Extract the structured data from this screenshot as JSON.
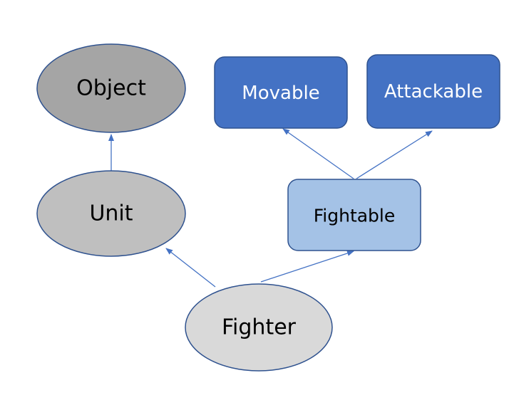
{
  "nodes": {
    "object": {
      "label": "Object",
      "fill": "#A5A5A5",
      "text_color": "#000000"
    },
    "unit": {
      "label": "Unit",
      "fill": "#BFBFBF",
      "text_color": "#000000"
    },
    "fighter": {
      "label": "Fighter",
      "fill": "#D9D9D9",
      "text_color": "#000000"
    },
    "movable": {
      "label": "Movable",
      "fill": "#4472C4",
      "text_color": "#ffffff"
    },
    "attackable": {
      "label": "Attackable",
      "fill": "#4472C4",
      "text_color": "#ffffff"
    },
    "fightable": {
      "label": "Fightable",
      "fill": "#A4C2E6",
      "text_color": "#000000"
    }
  },
  "colors": {
    "stroke": "#2F528F",
    "connector": "#4472C4"
  },
  "edges": [
    {
      "from": "unit",
      "to": "object"
    },
    {
      "from": "fighter",
      "to": "unit"
    },
    {
      "from": "fighter",
      "to": "fightable"
    },
    {
      "from": "fightable",
      "to": "movable"
    },
    {
      "from": "fightable",
      "to": "attackable"
    }
  ]
}
